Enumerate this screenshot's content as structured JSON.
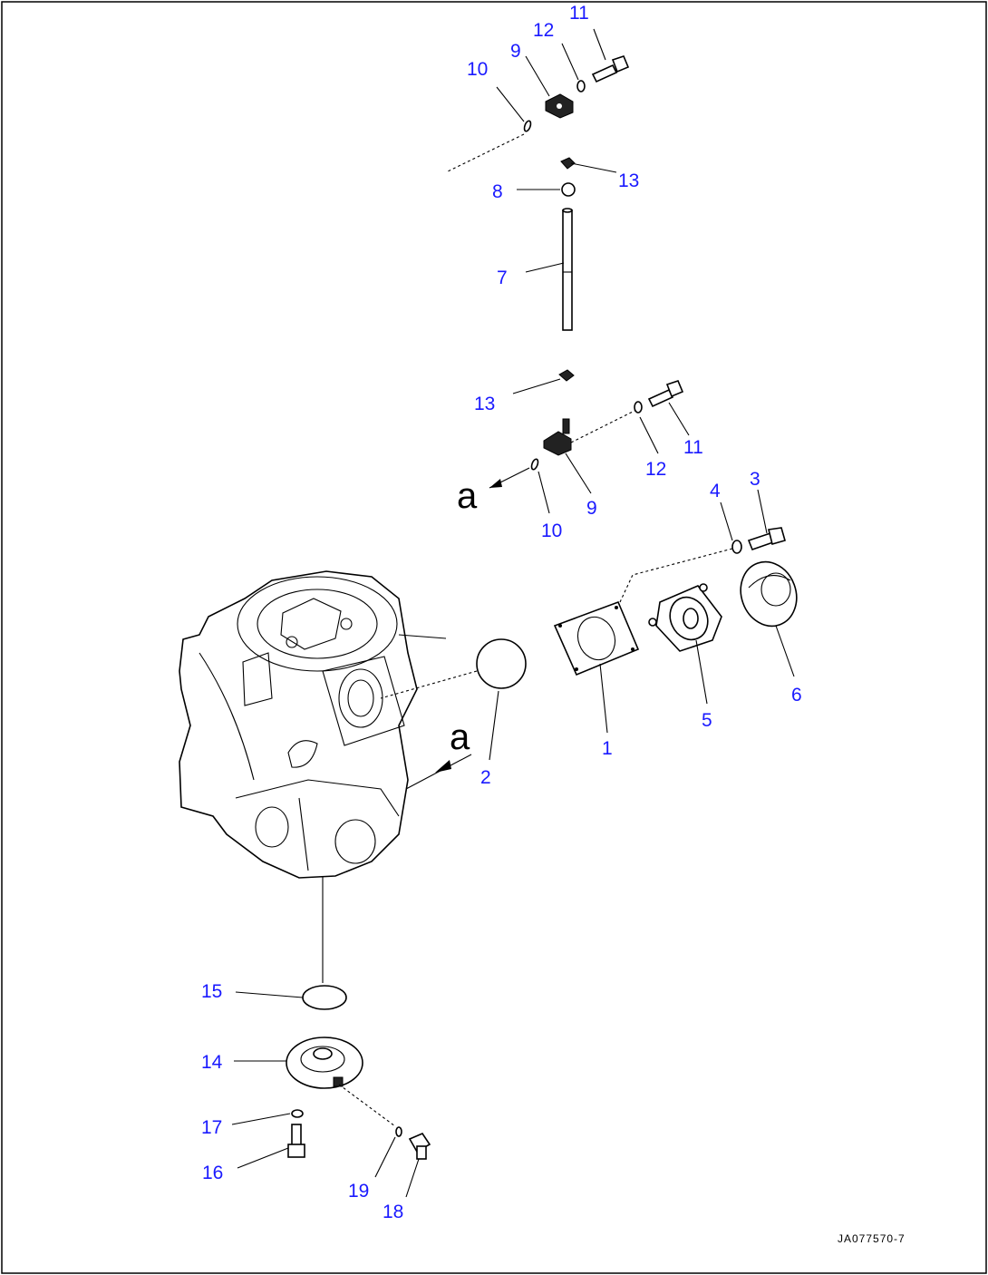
{
  "callouts": [
    {
      "id": "c11a",
      "text": "11"
    },
    {
      "id": "c12a",
      "text": "12"
    },
    {
      "id": "c9a",
      "text": "9"
    },
    {
      "id": "c10a",
      "text": "10"
    },
    {
      "id": "c13a",
      "text": "13"
    },
    {
      "id": "c8",
      "text": "8"
    },
    {
      "id": "c7",
      "text": "7"
    },
    {
      "id": "c13b",
      "text": "13"
    },
    {
      "id": "c11b",
      "text": "11"
    },
    {
      "id": "c12b",
      "text": "12"
    },
    {
      "id": "c9b",
      "text": "9"
    },
    {
      "id": "c10b",
      "text": "10"
    },
    {
      "id": "c4",
      "text": "4"
    },
    {
      "id": "c3",
      "text": "3"
    },
    {
      "id": "c6",
      "text": "6"
    },
    {
      "id": "c5",
      "text": "5"
    },
    {
      "id": "c1",
      "text": "1"
    },
    {
      "id": "c2",
      "text": "2"
    },
    {
      "id": "c15",
      "text": "15"
    },
    {
      "id": "c14",
      "text": "14"
    },
    {
      "id": "c17",
      "text": "17"
    },
    {
      "id": "c16",
      "text": "16"
    },
    {
      "id": "c19",
      "text": "19"
    },
    {
      "id": "c18",
      "text": "18"
    }
  ],
  "view_letters": {
    "upper": "a",
    "lower": "a"
  },
  "drawing_id": "JA077570-7",
  "colors": {
    "callout": "#1a1aff",
    "line": "#000000",
    "background": "#ffffff"
  }
}
